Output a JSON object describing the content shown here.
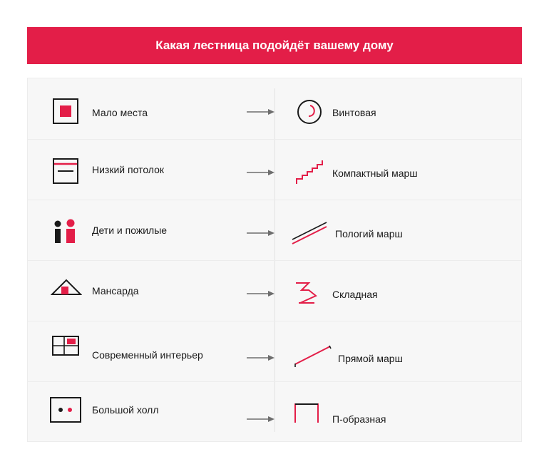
{
  "header": {
    "title": "Какая лестница подойдёт вашему дому"
  },
  "colors": {
    "accent": "#e31e48",
    "ink": "#1a1a1a",
    "panel": "#f7f7f7",
    "arrow": "#6e6e6e"
  },
  "rows": [
    {
      "condition": "Мало места",
      "condition_icon": "small-space-icon",
      "staircase": "Винтовая",
      "staircase_icon": "spiral-staircase-icon"
    },
    {
      "condition": "Низкий потолок",
      "condition_icon": "low-ceiling-icon",
      "staircase": "Компактный марш",
      "staircase_icon": "compact-flight-icon"
    },
    {
      "condition": "Дети и пожилые",
      "condition_icon": "children-elderly-icon",
      "staircase": "Пологий марш",
      "staircase_icon": "gentle-flight-icon"
    },
    {
      "condition": "Мансарда",
      "condition_icon": "attic-icon",
      "staircase": "Складная",
      "staircase_icon": "folding-staircase-icon"
    },
    {
      "condition": "Современный интерьер",
      "condition_icon": "modern-interior-icon",
      "staircase": "Прямой марш",
      "staircase_icon": "straight-flight-icon"
    },
    {
      "condition": "Большой холл",
      "condition_icon": "large-hall-icon",
      "staircase": "П-образная",
      "staircase_icon": "u-shaped-staircase-icon"
    }
  ]
}
